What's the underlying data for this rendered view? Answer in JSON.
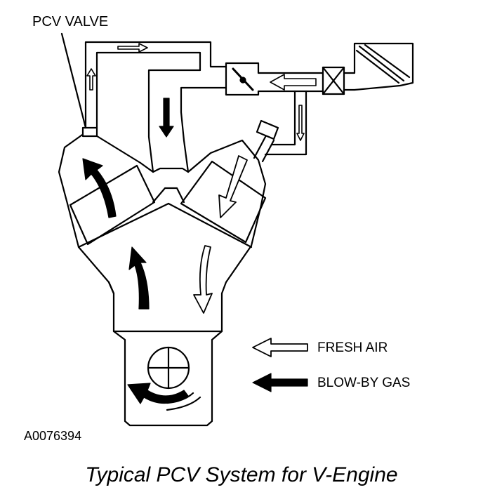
{
  "labels": {
    "pcv_valve": "PCV VALVE",
    "fresh_air": "FRESH AIR",
    "blow_by_gas": "BLOW-BY GAS",
    "figure_id": "A0076394",
    "caption": "Typical PCV System for V-Engine"
  },
  "legend": [
    {
      "key": "fresh_air",
      "style": "hollow-arrow",
      "color": "#ffffff"
    },
    {
      "key": "blow_by_gas",
      "style": "solid-arrow",
      "color": "#000000"
    }
  ],
  "colors": {
    "line": "#000000",
    "background": "#ffffff"
  }
}
